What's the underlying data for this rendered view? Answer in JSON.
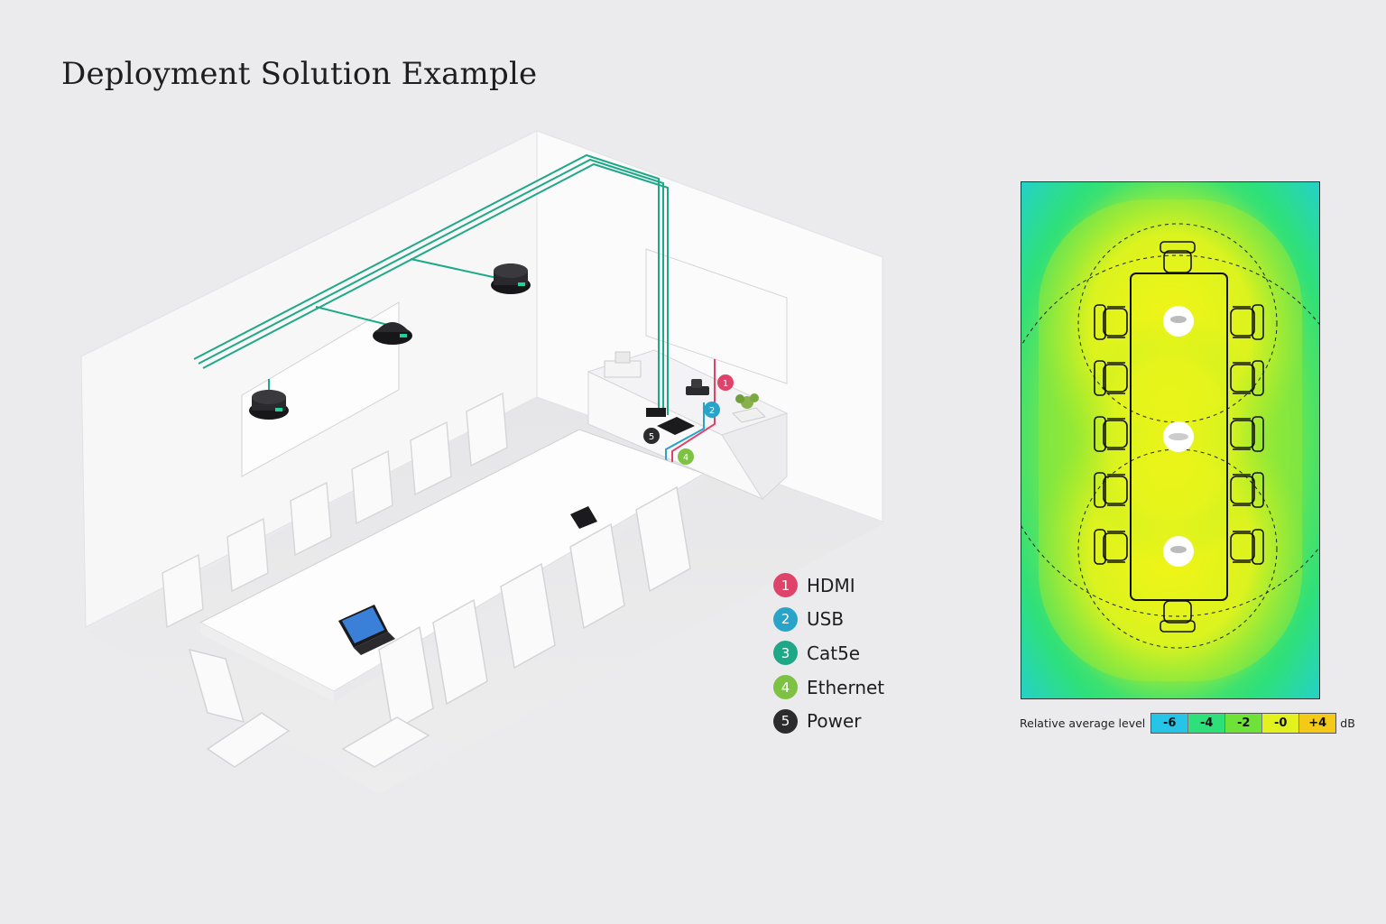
{
  "title": "Deployment Solution Example",
  "legend": [
    {
      "num": "1",
      "label": "HDMI",
      "color": "#e0436a"
    },
    {
      "num": "2",
      "label": "USB",
      "color": "#2aa3c9"
    },
    {
      "num": "3",
      "label": "Cat5e",
      "color": "#1fa887"
    },
    {
      "num": "4",
      "label": "Ethernet",
      "color": "#7dc243"
    },
    {
      "num": "5",
      "label": "Power",
      "color": "#2b2b2e"
    }
  ],
  "heatmap": {
    "scale_label": "Relative average level",
    "unit": "dB",
    "scale": [
      {
        "label": "-6",
        "color": "#26c4e6"
      },
      {
        "label": "-4",
        "color": "#2ee07a"
      },
      {
        "label": "-2",
        "color": "#6fe23a"
      },
      {
        "label": "-0",
        "color": "#e3f21e"
      },
      {
        "label": "+4",
        "color": "#f5c918"
      }
    ]
  }
}
